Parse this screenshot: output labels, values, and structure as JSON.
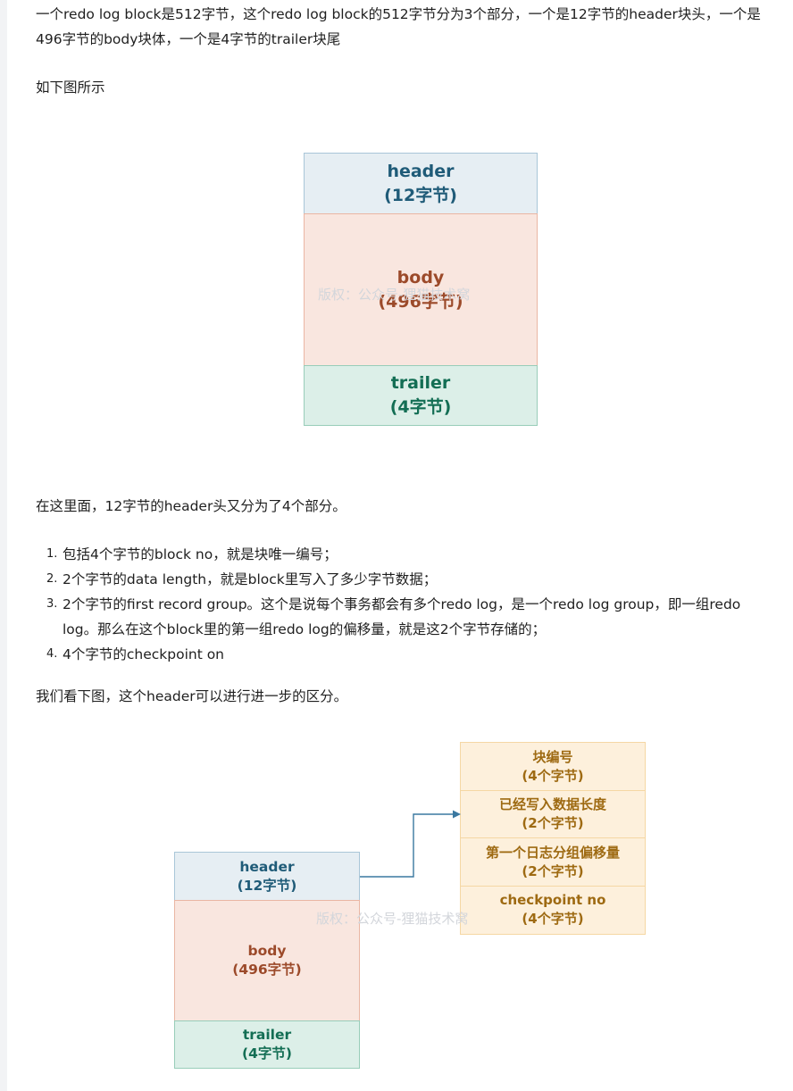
{
  "paragraphs": {
    "p1": "一个redo log block是512字节，这个redo log block的512字节分为3个部分，一个是12字节的header块头，一个是496字节的body块体，一个是4字节的trailer块尾",
    "p2": "如下图所示",
    "p3": "在这里面，12字节的header头又分为了4个部分。",
    "p4": "我们看下图，这个header可以进行进一步的区分。"
  },
  "list": [
    {
      "num": "1.",
      "text": "包括4个字节的block no，就是块唯一编号；"
    },
    {
      "num": "2.",
      "text": "2个字节的data length，就是block里写入了多少字节数据；"
    },
    {
      "num": "3.",
      "text": "2个字节的first record group。这个是说每个事务都会有多个redo log，是一个redo log group，即一组redo log。那么在这个block里的第一组redo log的偏移量，就是这2个字节存储的；"
    },
    {
      "num": "4.",
      "text": "4个字节的checkpoint on"
    }
  ],
  "diagram1": {
    "header": {
      "name": "header",
      "size": "(12字节)"
    },
    "body": {
      "name": "body",
      "size": "(496字节)"
    },
    "trailer": {
      "name": "trailer",
      "size": "(4字节)"
    },
    "watermark": "版权：公众号-狸猫技术窝"
  },
  "diagram2": {
    "header": {
      "name": "header",
      "size": "(12字节)"
    },
    "body": {
      "name": "body",
      "size": "(496字节)"
    },
    "trailer": {
      "name": "trailer",
      "size": "(4字节)"
    },
    "parts": [
      {
        "name": "块编号",
        "size": "(4个字节)"
      },
      {
        "name": "已经写入数据长度",
        "size": "(2个字节)"
      },
      {
        "name": "第一个日志分组偏移量",
        "size": "(2个字节)"
      },
      {
        "name": "checkpoint no",
        "size": "(4个字节)"
      }
    ],
    "watermark": "版权：公众号-狸猫技术窝"
  },
  "colors": {
    "header_fill": "#e6eef3",
    "header_text": "#1f5b78",
    "body_fill": "#f9e6df",
    "body_text": "#9c4a2a",
    "trailer_fill": "#dcefe8",
    "trailer_text": "#136e54",
    "part_fill": "#fdf0dc",
    "part_text": "#9e6a12",
    "arrow": "#3a78a0"
  }
}
